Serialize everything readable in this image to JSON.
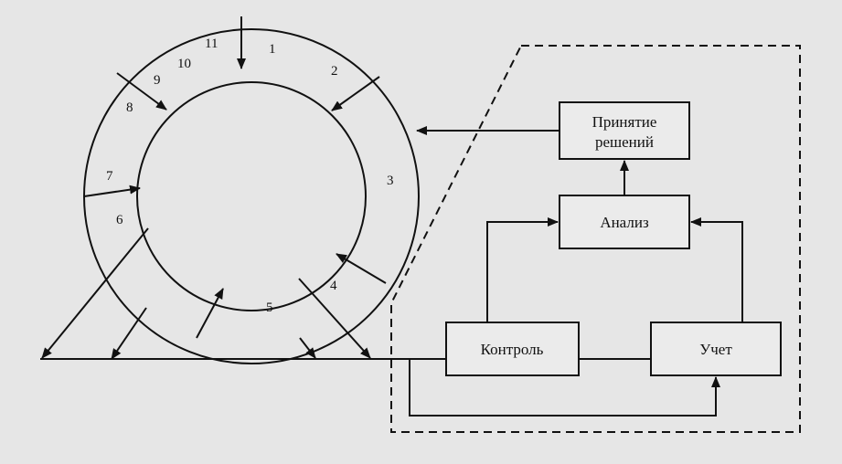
{
  "diagram": {
    "sector_labels": [
      "1",
      "2",
      "3",
      "4",
      "5",
      "6",
      "7",
      "8",
      "9",
      "10",
      "11"
    ],
    "blocks": {
      "decision": [
        "Принятие",
        "решений"
      ],
      "analysis": "Анализ",
      "control": "Контроль",
      "accounting": "Учет"
    }
  }
}
